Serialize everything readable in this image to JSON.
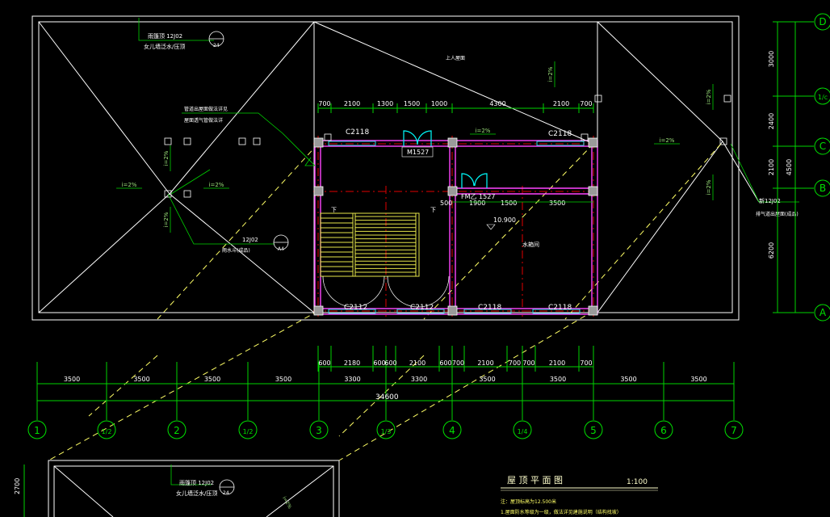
{
  "colors": {
    "background": "#000000",
    "outline": "#ffffff",
    "dimension": "#00d400",
    "axis": "#00e000",
    "stair": "#e6e64a",
    "center_line": "#e00000",
    "wall": "#ff44ff",
    "window": "#33d6e6",
    "door": "#00ffff",
    "dashed_link": "#ffff66",
    "column": "#9a9a9a",
    "title": "#ffffcc"
  },
  "axes_bottom": [
    "1",
    "1/2",
    "2",
    "1/2",
    "3",
    "1/3",
    "4",
    "1/4",
    "5",
    "6",
    "7"
  ],
  "axes_right": [
    "D",
    "1/c",
    "C",
    "B",
    "A"
  ],
  "dim_bottom_spans": [
    "3500",
    "3500",
    "3500",
    "3500",
    "3300",
    "3300",
    "3500",
    "3500",
    "3500",
    "3500"
  ],
  "dim_bottom_total": "34600",
  "dim_bottom_detail": [
    "600",
    "2180",
    "600",
    "600",
    "2100",
    "600",
    "700",
    "2100",
    "700",
    "700",
    "2100",
    "700"
  ],
  "dim_top_detail": [
    "700",
    "2100",
    "1300",
    "1500",
    "1000",
    "4300",
    "2100",
    "700"
  ],
  "dim_right": [
    "3000",
    "2400",
    "2100",
    "4500",
    "6200"
  ],
  "labels": {
    "window_c2118": "C2118",
    "window_c2112": "C2112",
    "door_m1527": "M1527",
    "door_fm": "FM乙 1527",
    "slope": "i=2%",
    "roof_access": "上人屋面",
    "elevation": "10.900",
    "stair_up": "下",
    "dim_500": "500",
    "dim_1500": "1500",
    "dim_1900": "1900",
    "dim_3500": "3500",
    "std_ref": "12J02",
    "std_ref_2": "12J02",
    "std_sheet": "24",
    "std_sheet_left": "A4",
    "gutter_note_1": "雨篷顶 12J02",
    "gutter_note_2": "女儿墙泛水/压顶",
    "parapet_note_1": "管道出屋面做法详见",
    "parapet_note_2": "屋面透气管做法详",
    "drain_note": "雨水斗(成品)",
    "vent_note": "新12J02",
    "vent_note_2": "排气道出屋面(成品)",
    "machine_room": "水箱间",
    "mini_note_1": "雨篷顶 12J02",
    "mini_note_2": "女儿墙泛水/压顶",
    "mini_dim": "2700",
    "mini_sheet": "24",
    "mini_slope": "i=2%"
  },
  "title_block": {
    "title": "屋  顶  平  面  图",
    "scale": "1:100",
    "note_1": "注：屋顶标高为12.500米",
    "note_2": "1.屋面防水等级为一级，做法详见建施说明（结构找坡）"
  }
}
